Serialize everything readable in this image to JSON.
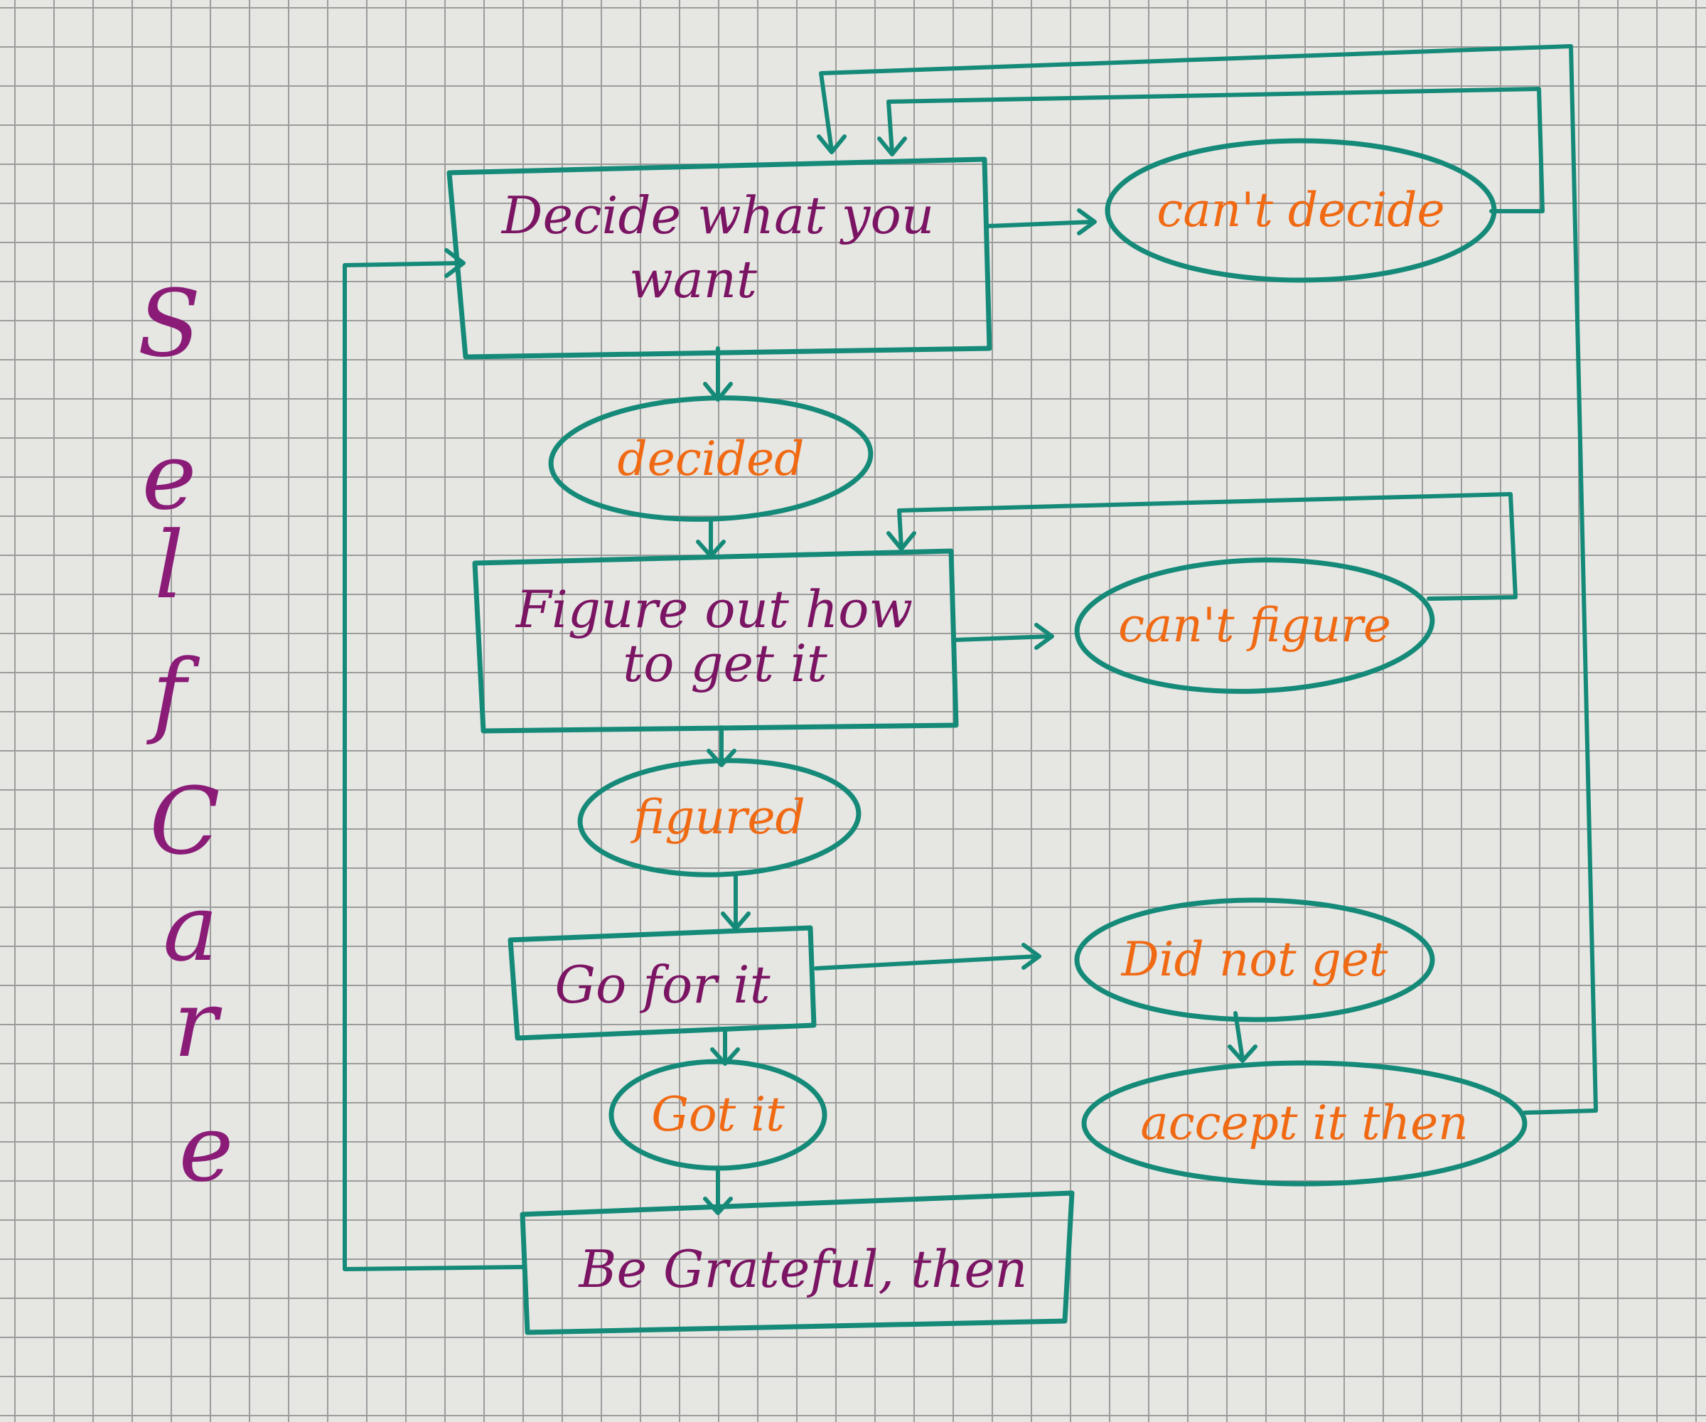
{
  "colors": {
    "grid_paper": "#e6e6e3",
    "grid_lines": "#9c9c9c",
    "lines": "#158a78",
    "process_text": "#7a1463",
    "outcome_text": "#f06a14",
    "vertical_text": "#8a1c78"
  },
  "side_title": {
    "letters": [
      "S",
      "e",
      "l",
      "f",
      "C",
      "a",
      "r",
      "e"
    ]
  },
  "steps": {
    "decide": {
      "line1": "Decide what you",
      "line2": "want"
    },
    "figure": {
      "line1": "Figure out how",
      "line2": "to get it"
    },
    "go": {
      "label": "Go for it"
    },
    "grateful": {
      "label": "Be Grateful, then"
    }
  },
  "outcomes": {
    "cant_decide": "can't decide",
    "decided": "decided",
    "cant_figure": "can't figure",
    "figured": "figured",
    "did_not_get": "Did not get",
    "got_it": "Got it",
    "accept": "accept it then"
  }
}
